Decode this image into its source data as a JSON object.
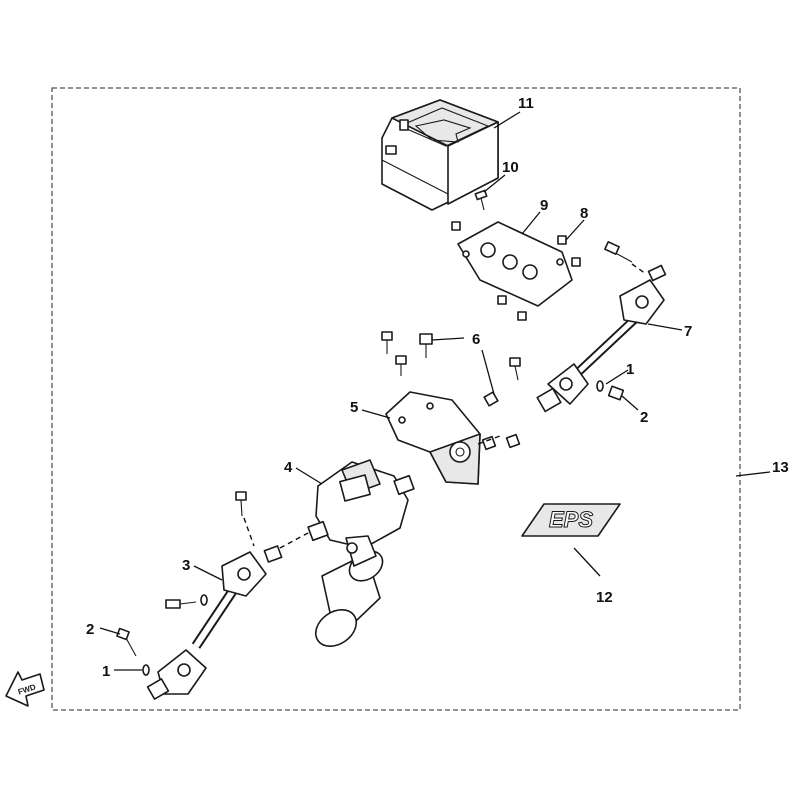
{
  "diagram": {
    "callouts": [
      {
        "id": "1a",
        "text": "1"
      },
      {
        "id": "1b",
        "text": "1"
      },
      {
        "id": "2a",
        "text": "2"
      },
      {
        "id": "2b",
        "text": "2"
      },
      {
        "id": "3",
        "text": "3"
      },
      {
        "id": "4",
        "text": "4"
      },
      {
        "id": "5",
        "text": "5"
      },
      {
        "id": "6",
        "text": "6"
      },
      {
        "id": "7",
        "text": "7"
      },
      {
        "id": "8",
        "text": "8"
      },
      {
        "id": "9",
        "text": "9"
      },
      {
        "id": "10",
        "text": "10"
      },
      {
        "id": "11",
        "text": "11"
      },
      {
        "id": "12",
        "text": "12"
      },
      {
        "id": "13",
        "text": "13"
      }
    ],
    "fwd_label": "FWD",
    "emblem_text": "EPS"
  },
  "colors": {
    "line": "#1a1a1a",
    "border": "#555555",
    "fill_gray": "#e8e8e8",
    "background": "#ffffff"
  }
}
